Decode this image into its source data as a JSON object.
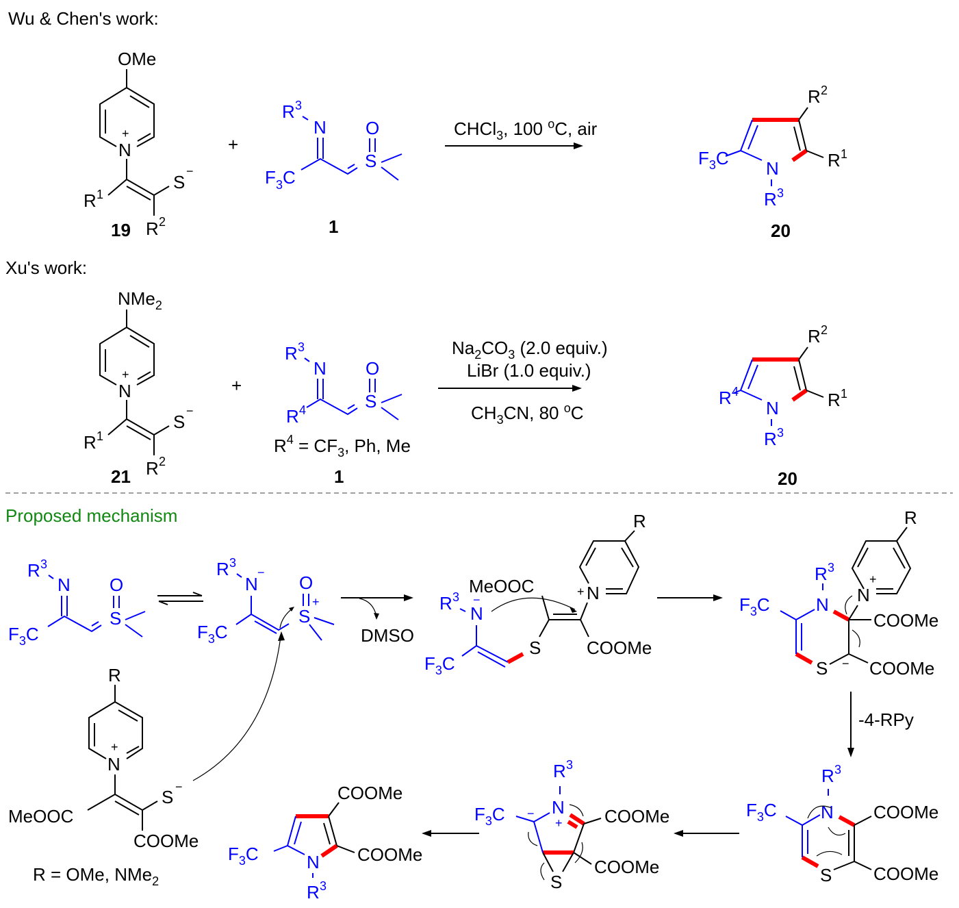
{
  "sections": {
    "wu_chen": "Wu & Chen's work:",
    "xu": "Xu's work:",
    "mechanism": "Proposed mechanism"
  },
  "colors": {
    "reagent_highlight": "#0000ff",
    "new_bond": "#ff0000",
    "mechanism_heading": "#118811"
  },
  "scheme1": {
    "reactant_a": {
      "label": "19",
      "substituent": "OMe",
      "groups": [
        "R1",
        "R2",
        "S−",
        "N+"
      ]
    },
    "plus": "+",
    "reactant_b": {
      "label": "1",
      "groups": [
        "R3",
        "N",
        "O",
        "S",
        "F3C"
      ]
    },
    "conditions": "CHCl3, 100 oC, air",
    "product": {
      "label": "20",
      "groups": [
        "F3C",
        "N",
        "R1",
        "R2",
        "R3"
      ]
    }
  },
  "scheme2": {
    "reactant_a": {
      "label": "21",
      "substituent": "NMe2"
    },
    "plus": "+",
    "reactant_b": {
      "label": "1",
      "note": "R4 = CF3, Ph, Me"
    },
    "conditions_top": [
      "Na2CO3 (2.0 equiv.)",
      "LiBr (1.0 equiv.)"
    ],
    "conditions_bottom": "CH3CN, 80 oC",
    "product": {
      "label": "20"
    }
  },
  "mechanism": {
    "byproduct_1": "DMSO",
    "byproduct_2": "-4-RPy",
    "r_definition": "R = OMe, NMe2",
    "ester": "COOMe",
    "ester_rev": "MeOOC",
    "r_group": "R"
  }
}
